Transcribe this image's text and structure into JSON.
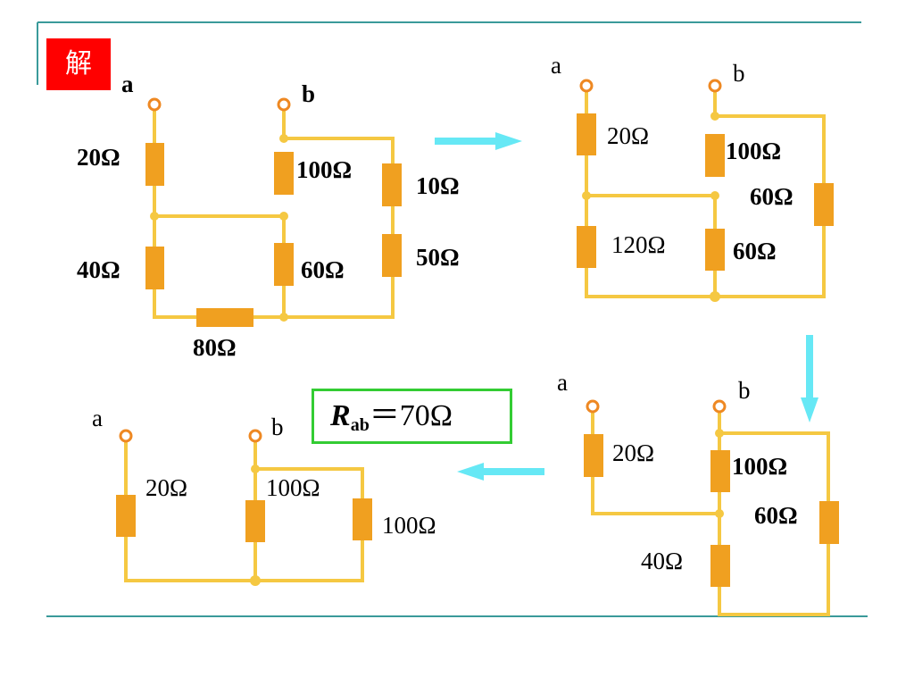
{
  "colors": {
    "wire": "#f5c842",
    "resistor": "#f0a020",
    "terminal": "#ee8822",
    "arrow": "#66e8f5",
    "rule": "#3a9a9a",
    "box": "#33cc33"
  },
  "badge": "解",
  "result": {
    "symbol": "R",
    "subscript": "ab",
    "value": "＝70Ω"
  },
  "circuit1": {
    "a": "a",
    "b": "b",
    "r1": "20Ω",
    "r2": "40Ω",
    "r3": "80Ω",
    "r4": "100Ω",
    "r5": "60Ω",
    "r6": "10Ω",
    "r7": "50Ω"
  },
  "circuit2": {
    "a": "a",
    "b": "b",
    "r1": "20Ω",
    "r2": "120Ω",
    "r3": "100Ω",
    "r4": "60Ω",
    "r5": "60Ω"
  },
  "circuit3": {
    "a": "a",
    "b": "b",
    "r1": "20Ω",
    "r2": "40Ω",
    "r3": "100Ω",
    "r4": "60Ω"
  },
  "circuit4": {
    "a": "a",
    "b": "b",
    "r1": "20Ω",
    "r2": "100Ω",
    "r3": "100Ω"
  }
}
